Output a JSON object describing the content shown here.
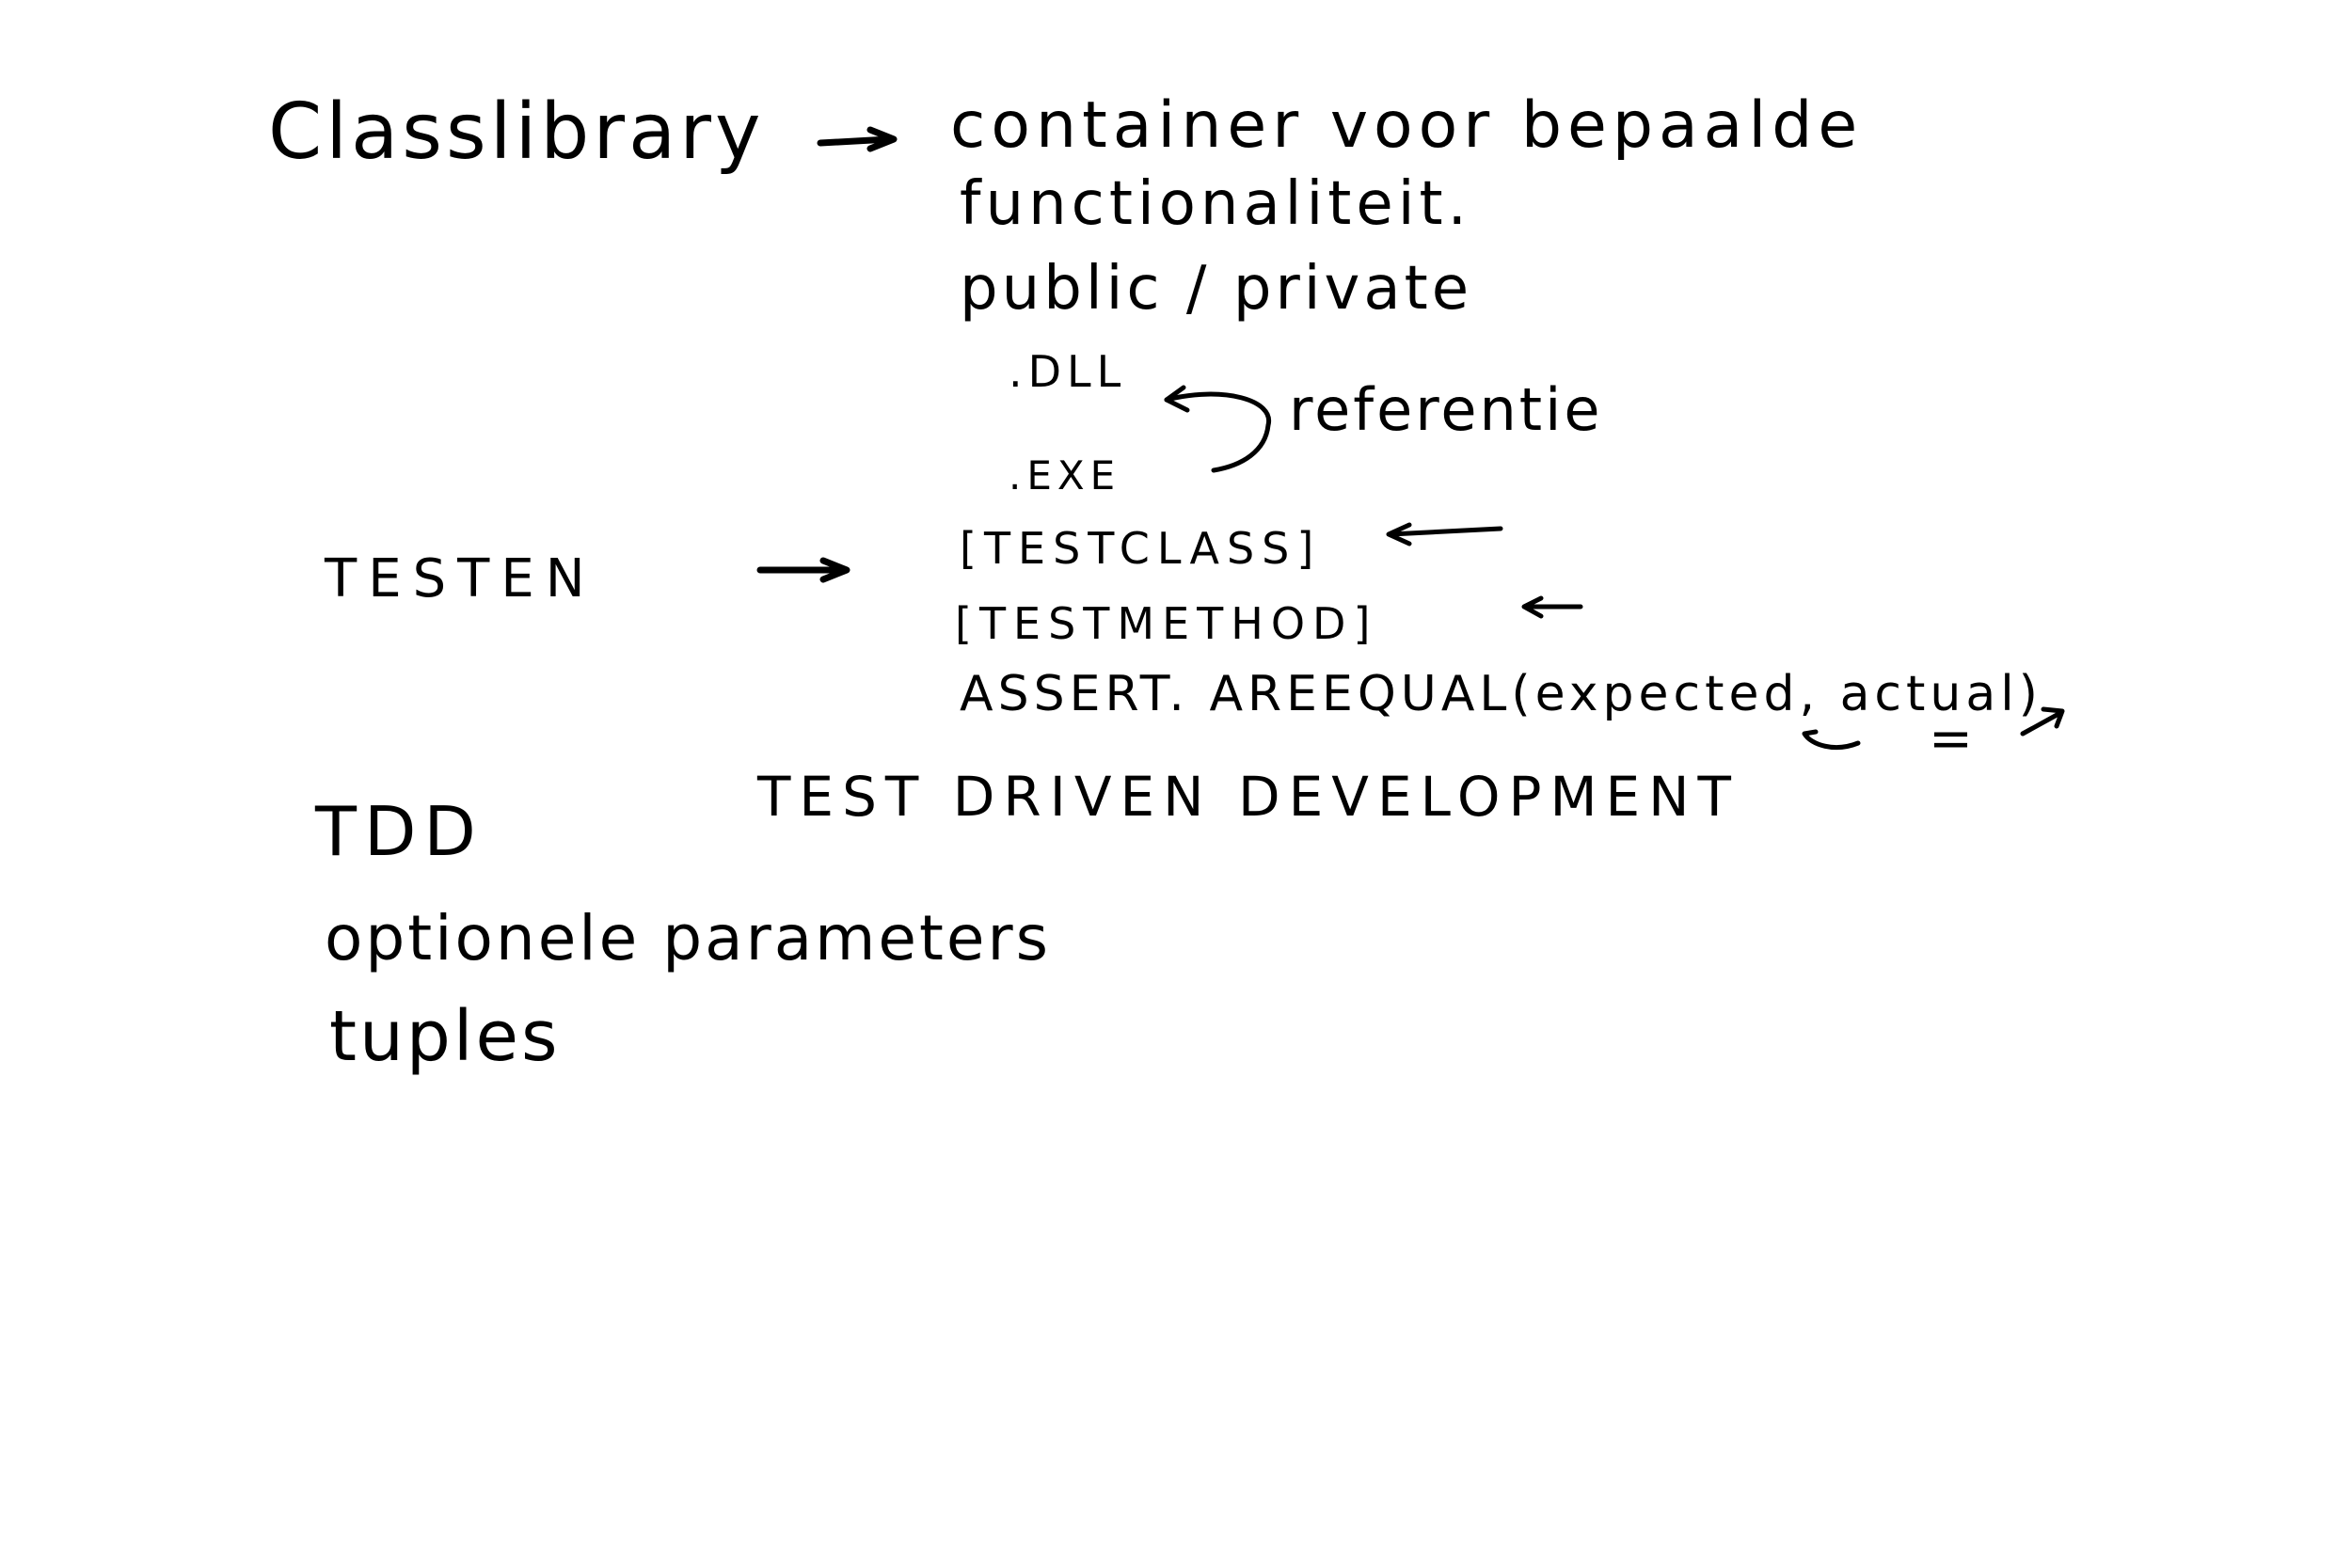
{
  "notes": {
    "class_library": "Classlibrary",
    "container_line1": "container voor bepaalde",
    "container_line2": "functionaliteit.",
    "public_private": "public / private",
    "dll": ".DLL",
    "exe": ".EXE",
    "referentie": "referentie",
    "testen": "TESTEN",
    "testclass": "[TESTCLASS]",
    "testmethod": "[TESTMETHOD]",
    "assert": "ASSERT. AREEQUAL(expected, actual)",
    "equals_sign": "=",
    "tdd": "TDD",
    "tdd_full": "TEST DRIVEN DEVELOPMENT",
    "optionele": "optionele parameters",
    "tuples": "tuples"
  },
  "colors": {
    "ink": "#000000",
    "paper": "#ffffff"
  }
}
